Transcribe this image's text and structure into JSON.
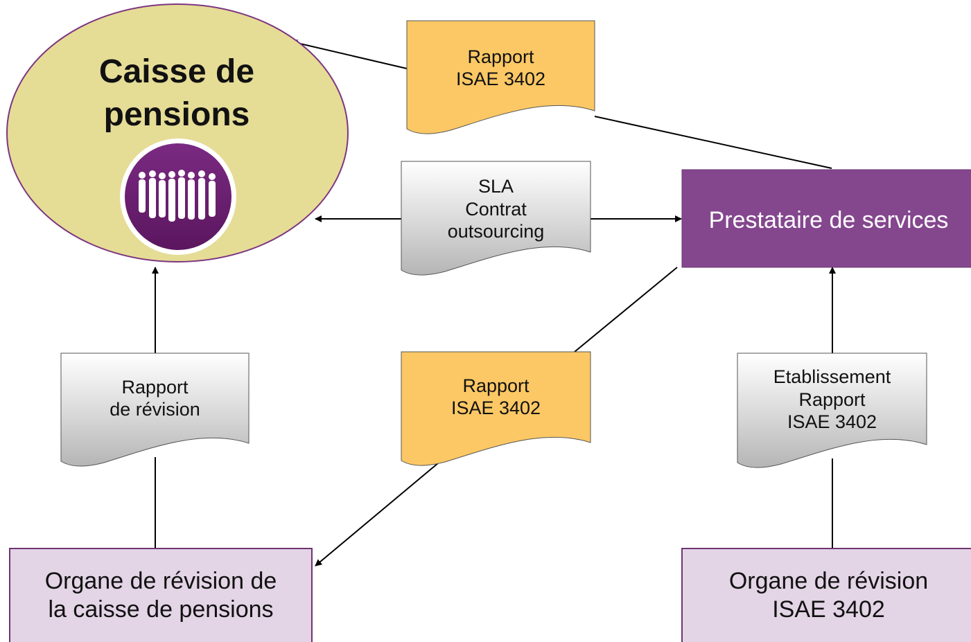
{
  "caisse": {
    "title": "Caisse de\npensions",
    "color": "#e5dc96",
    "badge_color": "#6b2071",
    "icon": "people-group-icon"
  },
  "prestataire": {
    "label": "Prestataire de services",
    "color": "#84478e"
  },
  "organe_caisse": {
    "label": "Organe de révision de\nla caisse de pensions",
    "color": "#e3d4e6"
  },
  "organe_isae": {
    "label": "Organe de révision\nISAE 3402",
    "color": "#e3d4e6"
  },
  "documents": {
    "rapport_isae_top": {
      "text": "Rapport\nISAE 3402",
      "color": "#fcc865"
    },
    "sla": {
      "text": "SLA\nContrat\noutsourcing",
      "color": "#dedede"
    },
    "rapport_revision": {
      "text": "Rapport\nde révision",
      "color": "#dedede"
    },
    "rapport_isae_middle": {
      "text": "Rapport\nISAE 3402",
      "color": "#fcc865"
    },
    "etablissement": {
      "text": "Etablissement\nRapport\nISAE 3402",
      "color": "#dedede"
    }
  }
}
